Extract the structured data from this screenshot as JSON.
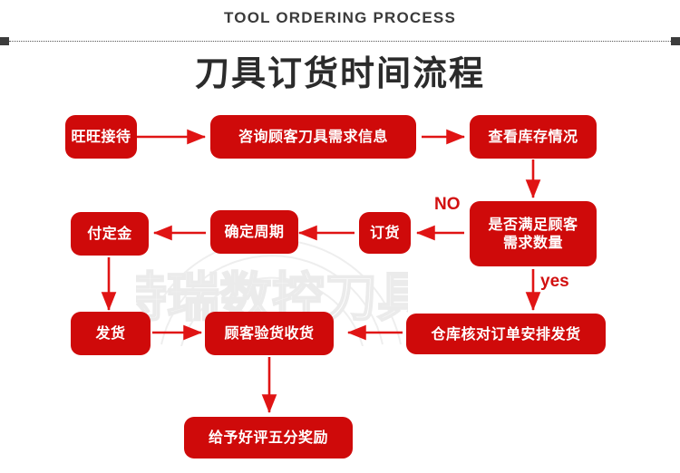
{
  "header": {
    "english_title": "TOOL ORDERING PROCESS",
    "chinese_title": "刀具订货时间流程"
  },
  "watermark": {
    "text": "特瑞数控刀具"
  },
  "colors": {
    "node_red": "#cf0a0a",
    "arrow_red": "#e01414",
    "title_dark": "#2b2b2b",
    "background": "#ffffff"
  },
  "flow": {
    "nodes": [
      {
        "id": "n1",
        "label": "旺旺接待"
      },
      {
        "id": "n2",
        "label": "咨询顾客刀具需求信息"
      },
      {
        "id": "n3",
        "label": "查看库存情况"
      },
      {
        "id": "n4",
        "line1": "是否满足顾客",
        "line2": "需求数量"
      },
      {
        "id": "n5",
        "label": "订货"
      },
      {
        "id": "n6",
        "label": "确定周期"
      },
      {
        "id": "n7",
        "label": "付定金"
      },
      {
        "id": "n8",
        "label": "发货"
      },
      {
        "id": "n9",
        "label": "顾客验货收货"
      },
      {
        "id": "n10",
        "label": "仓库核对订单安排发货"
      },
      {
        "id": "n11",
        "label": "给予好评五分奖励"
      }
    ],
    "edge_labels": {
      "no": "NO",
      "yes": "yes"
    }
  }
}
